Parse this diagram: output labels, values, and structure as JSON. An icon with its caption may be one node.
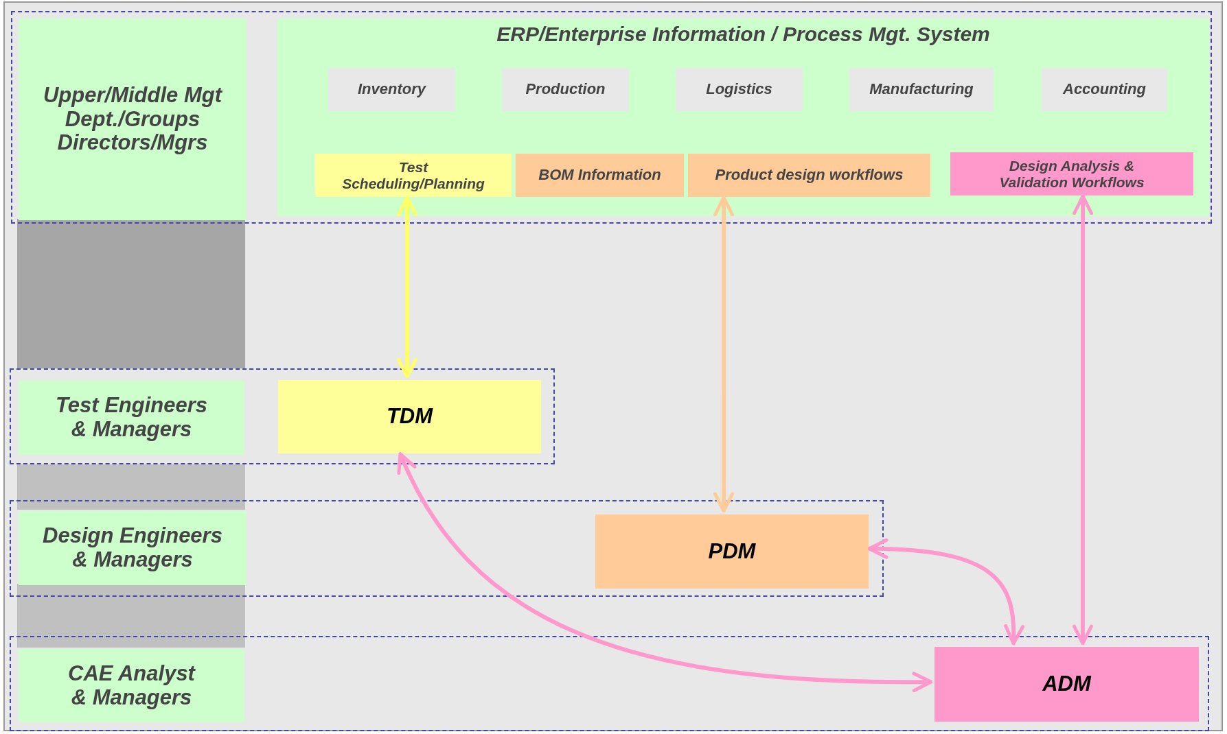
{
  "diagram": {
    "nodes": [
      {
        "text": [],
        "shape": "box"
      },
      {
        "text": [
          "Upper/Middle Mgt Dept./Groups Directors/Mgrs"
        ],
        "in": 0
      },
      {
        "text": [
          "ERP/Enterprise Information / Process Mgt. System"
        ],
        "in": 0
      },
      {
        "text": [
          "Inventory"
        ],
        "in": 2
      },
      {
        "text": [
          "Production"
        ],
        "in": 2
      },
      {
        "text": [
          "Logistics"
        ],
        "in": 2
      },
      {
        "text": [
          "Manufacturing"
        ],
        "in": 2
      },
      {
        "text": [
          "Accounting"
        ],
        "in": 2
      },
      {
        "text": [
          "Test Scheduling/Planning"
        ],
        "in": 2
      },
      {
        "text": [
          "BOM Information"
        ],
        "in": 2
      },
      {
        "text": [
          "Product design workflows"
        ],
        "in": 2
      },
      {
        "text": [
          "Design Analysis & Validation Workflows"
        ],
        "in": 2
      },
      {
        "text": [],
        "shape": "box"
      },
      {
        "text": [
          "Test Engineers & Managers"
        ],
        "in": 12
      },
      {
        "text": [
          "TDM"
        ],
        "in": 12
      },
      {
        "text": [],
        "shape": "box"
      },
      {
        "text": [
          "Design Engineers & Managers"
        ],
        "in": 15
      },
      {
        "text": [
          "PDM"
        ],
        "in": 15
      },
      {
        "text": [],
        "shape": "box"
      },
      {
        "text": [
          "CAE Analyst & Managers"
        ],
        "in": 18
      },
      {
        "text": [
          "ADM"
        ],
        "in": 18
      }
    ],
    "edges": [
      {
        "from": 8,
        "to": 14,
        "arrow": "both",
        "color": "#ffff66"
      },
      {
        "from": 10,
        "to": 17,
        "arrow": "both",
        "color": "#ffcc99"
      },
      {
        "from": 11,
        "to": 20,
        "arrow": "both"
      },
      {
        "from": 14,
        "to": 20,
        "arrow": "both"
      },
      {
        "from": 17,
        "to": 20,
        "arrow": "both"
      }
    ]
  }
}
